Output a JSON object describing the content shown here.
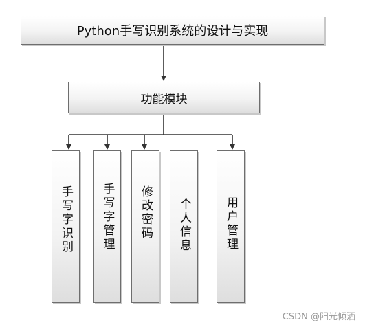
{
  "diagram": {
    "title": "Python手写识别系统的设计与实现",
    "module": "功能模块",
    "leaves": [
      {
        "label": "手写字识别"
      },
      {
        "label": "手写字管理"
      },
      {
        "label": "修改密码"
      },
      {
        "label": "个人信息"
      },
      {
        "label": "用户管理"
      }
    ]
  },
  "watermark": "CSDN @阳光倾洒"
}
